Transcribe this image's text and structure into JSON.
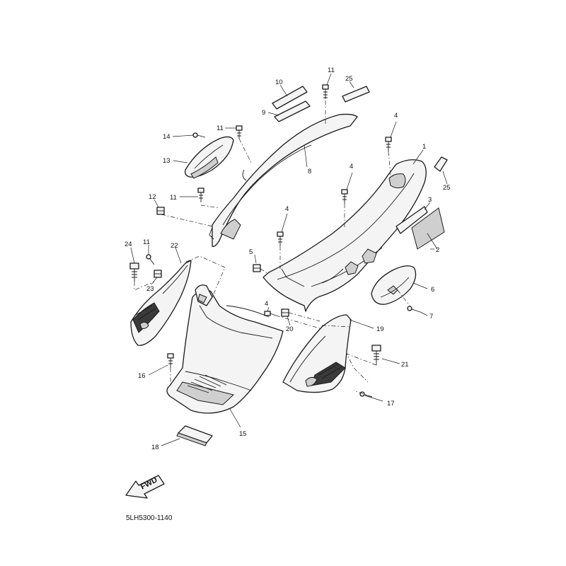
{
  "diagram": {
    "drawing_code": "5LH5300-1140",
    "direction_label": "FWD",
    "callouts": [
      {
        "id": "c1",
        "label": "1"
      },
      {
        "id": "c2",
        "label": "2"
      },
      {
        "id": "c3",
        "label": "3"
      },
      {
        "id": "c4a",
        "label": "4"
      },
      {
        "id": "c4b",
        "label": "4"
      },
      {
        "id": "c4c",
        "label": "4"
      },
      {
        "id": "c4d",
        "label": "4"
      },
      {
        "id": "c4e",
        "label": "4"
      },
      {
        "id": "c5",
        "label": "5"
      },
      {
        "id": "c6",
        "label": "6"
      },
      {
        "id": "c7",
        "label": "7"
      },
      {
        "id": "c8",
        "label": "8"
      },
      {
        "id": "c9",
        "label": "9"
      },
      {
        "id": "c10",
        "label": "10"
      },
      {
        "id": "c11a",
        "label": "11"
      },
      {
        "id": "c11b",
        "label": "11"
      },
      {
        "id": "c11c",
        "label": "11"
      },
      {
        "id": "c11d",
        "label": "11"
      },
      {
        "id": "c12",
        "label": "12"
      },
      {
        "id": "c13",
        "label": "13"
      },
      {
        "id": "c14",
        "label": "14"
      },
      {
        "id": "c15",
        "label": "15"
      },
      {
        "id": "c16",
        "label": "16"
      },
      {
        "id": "c17",
        "label": "17"
      },
      {
        "id": "c18",
        "label": "18"
      },
      {
        "id": "c19",
        "label": "19"
      },
      {
        "id": "c20",
        "label": "20"
      },
      {
        "id": "c21",
        "label": "21"
      },
      {
        "id": "c22",
        "label": "22"
      },
      {
        "id": "c23",
        "label": "23"
      },
      {
        "id": "c24",
        "label": "24"
      },
      {
        "id": "c25a",
        "label": "25"
      },
      {
        "id": "c25b",
        "label": "25"
      }
    ]
  }
}
